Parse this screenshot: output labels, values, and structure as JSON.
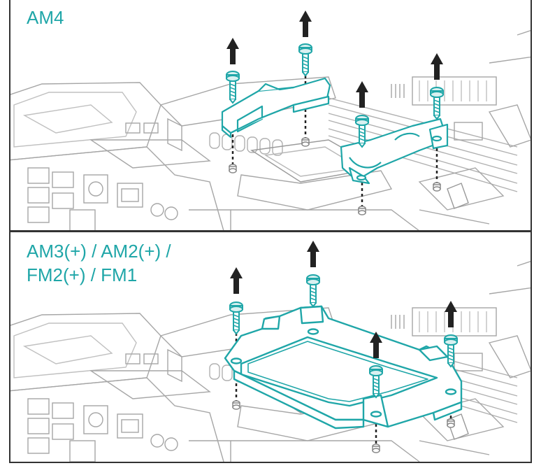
{
  "panels": [
    {
      "label_lines": [
        "AM4"
      ]
    },
    {
      "label_lines": [
        "AM3(+) / AM2(+) /",
        "FM2(+) / FM1"
      ]
    }
  ],
  "colors": {
    "accent": "#1fa6a8",
    "accent_fill": "#d9f1f1",
    "line_art": "#a6a6a6",
    "line_art_light": "#d2d2d2",
    "frame": "#333333",
    "arrow": "#222222",
    "background": "#ffffff"
  }
}
